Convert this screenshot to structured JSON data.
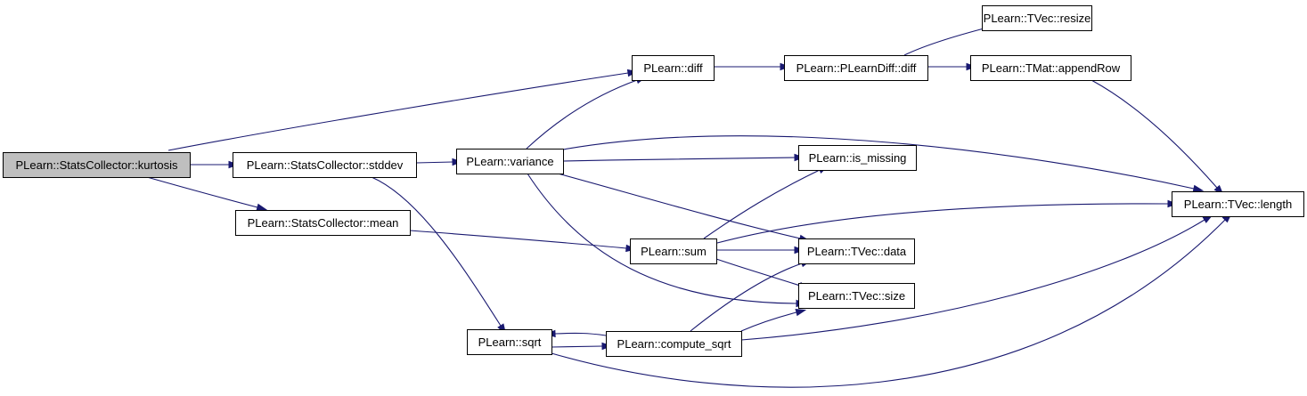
{
  "diagram": {
    "type": "call-graph",
    "colors": {
      "edge": "#191970",
      "root_fill": "#bfbfbf",
      "node_fill": "#ffffff",
      "node_border": "#000000"
    },
    "nodes": [
      {
        "id": "kurtosis",
        "label": "PLearn::StatsCollector::kurtosis",
        "highlighted": true
      },
      {
        "id": "stddev",
        "label": "PLearn::StatsCollector::stddev"
      },
      {
        "id": "mean",
        "label": "PLearn::StatsCollector::mean"
      },
      {
        "id": "variance",
        "label": "PLearn::variance"
      },
      {
        "id": "sqrt",
        "label": "PLearn::sqrt"
      },
      {
        "id": "diff",
        "label": "PLearn::diff"
      },
      {
        "id": "sum",
        "label": "PLearn::sum"
      },
      {
        "id": "compute_sqrt",
        "label": "PLearn::compute_sqrt"
      },
      {
        "id": "pldiff",
        "label": "PLearn::PLearnDiff::diff"
      },
      {
        "id": "is_missing",
        "label": "PLearn::is_missing"
      },
      {
        "id": "data",
        "label": "PLearn::TVec::data"
      },
      {
        "id": "size",
        "label": "PLearn::TVec::size"
      },
      {
        "id": "resize",
        "label": "PLearn::TVec::resize"
      },
      {
        "id": "appendRow",
        "label": "PLearn::TMat::appendRow"
      },
      {
        "id": "length",
        "label": "PLearn::TVec::length"
      }
    ],
    "edges": [
      {
        "from": "kurtosis",
        "to": "diff"
      },
      {
        "from": "kurtosis",
        "to": "stddev"
      },
      {
        "from": "kurtosis",
        "to": "mean"
      },
      {
        "from": "stddev",
        "to": "variance"
      },
      {
        "from": "stddev",
        "to": "sqrt"
      },
      {
        "from": "mean",
        "to": "sum"
      },
      {
        "from": "variance",
        "to": "diff"
      },
      {
        "from": "variance",
        "to": "length"
      },
      {
        "from": "variance",
        "to": "is_missing"
      },
      {
        "from": "variance",
        "to": "data"
      },
      {
        "from": "variance",
        "to": "size"
      },
      {
        "from": "diff",
        "to": "pldiff"
      },
      {
        "from": "pldiff",
        "to": "resize"
      },
      {
        "from": "pldiff",
        "to": "appendRow"
      },
      {
        "from": "appendRow",
        "to": "length"
      },
      {
        "from": "sum",
        "to": "is_missing"
      },
      {
        "from": "sum",
        "to": "length"
      },
      {
        "from": "sum",
        "to": "data"
      },
      {
        "from": "sum",
        "to": "size"
      },
      {
        "from": "sqrt",
        "to": "compute_sqrt"
      },
      {
        "from": "sqrt",
        "to": "length"
      },
      {
        "from": "compute_sqrt",
        "to": "sqrt"
      },
      {
        "from": "compute_sqrt",
        "to": "data"
      },
      {
        "from": "compute_sqrt",
        "to": "size"
      },
      {
        "from": "compute_sqrt",
        "to": "length"
      }
    ]
  }
}
